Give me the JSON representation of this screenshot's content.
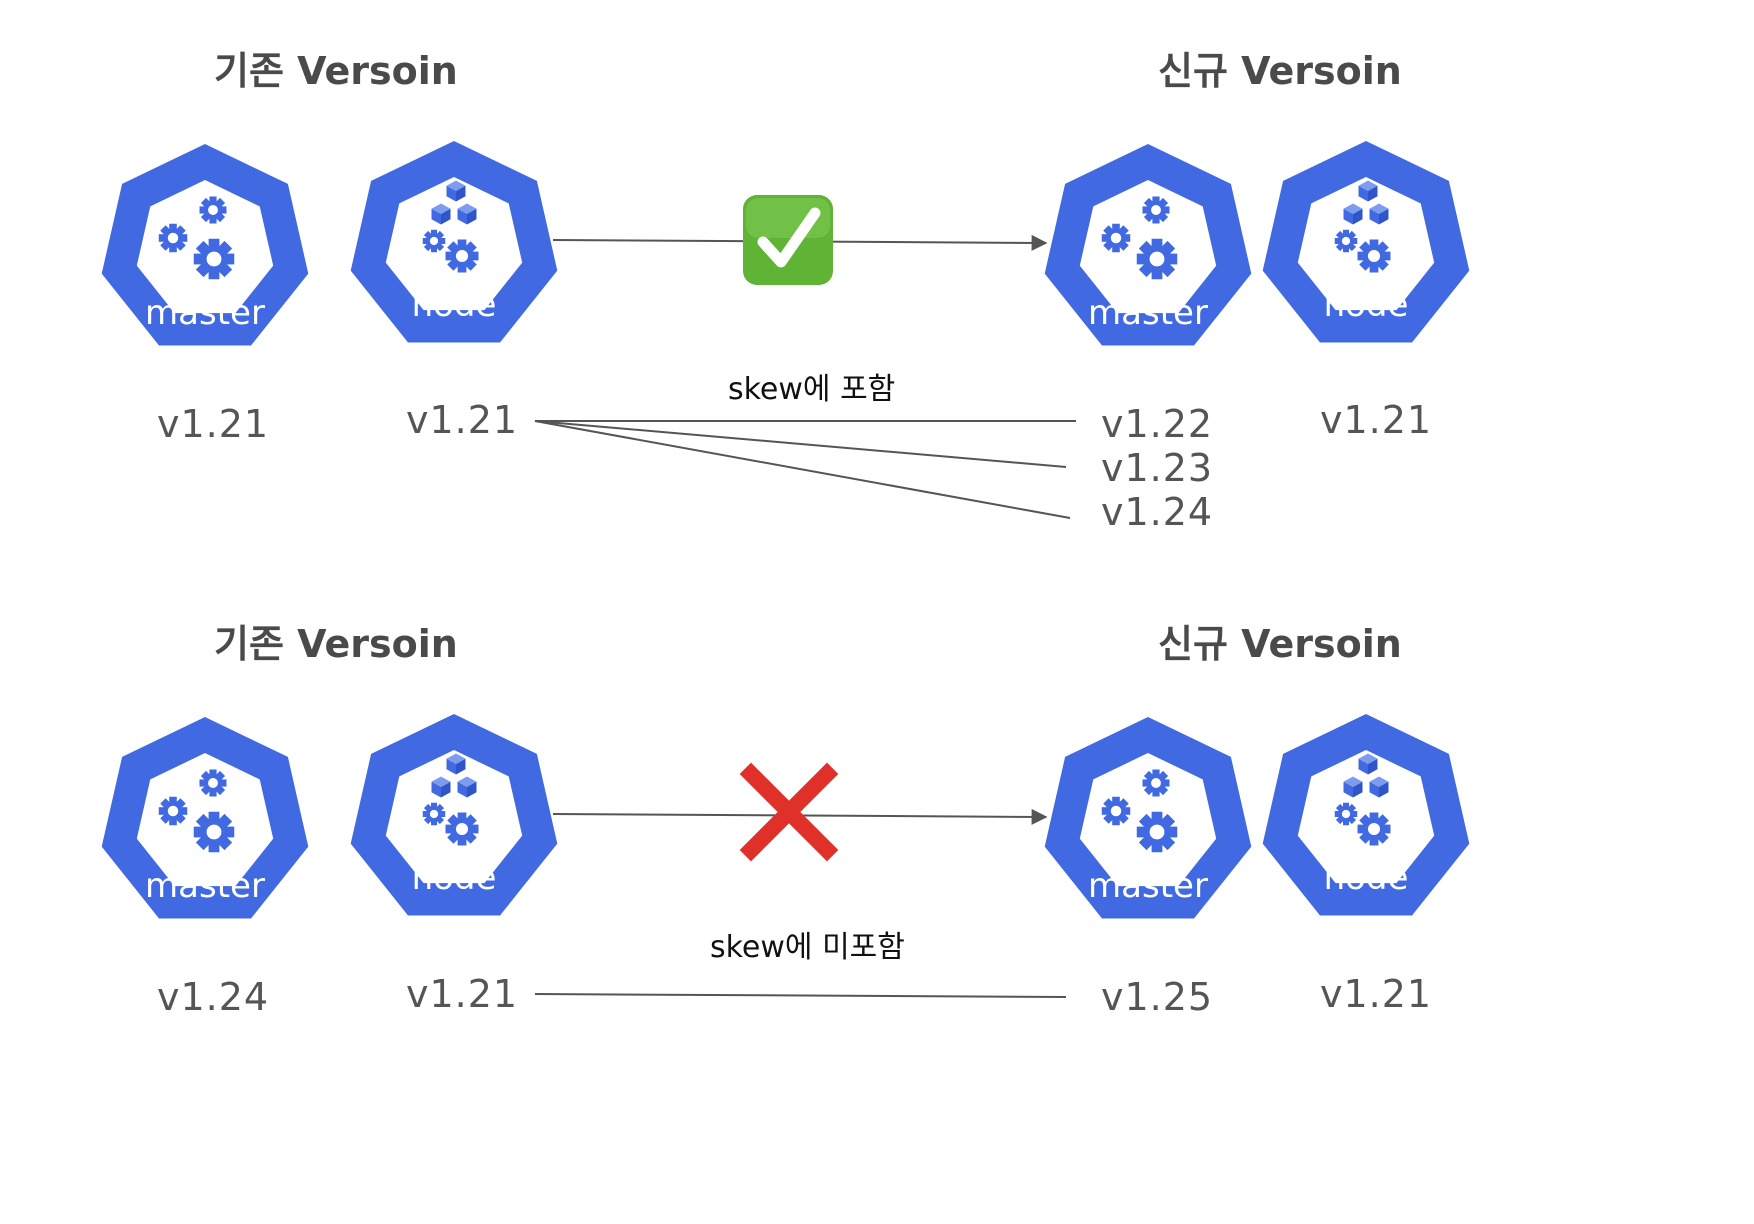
{
  "colors": {
    "k8s_blue": "#4169e1",
    "line": "#555555",
    "check_green": "#5fb335",
    "cross_red": "#e0302a"
  },
  "upper": {
    "old_title": "기존 Versoin",
    "new_title": "신규 Versoin",
    "old_master": {
      "label": "master",
      "version": "v1.21",
      "icon": "master-icon"
    },
    "old_node": {
      "label": "node",
      "version": "v1.21",
      "icon": "node-icon"
    },
    "new_master": {
      "label": "master",
      "versions": [
        "v1.22",
        "v1.23",
        "v1.24"
      ],
      "icon": "master-icon"
    },
    "new_node": {
      "label": "node",
      "version": "v1.21",
      "icon": "node-icon"
    },
    "status_icon": "check-icon",
    "skew_label": "skew에 포함"
  },
  "lower": {
    "old_title": "기존 Versoin",
    "new_title": "신규 Versoin",
    "old_master": {
      "label": "master",
      "version": "v1.24",
      "icon": "master-icon"
    },
    "old_node": {
      "label": "node",
      "version": "v1.21",
      "icon": "node-icon"
    },
    "new_master": {
      "label": "master",
      "version": "v1.25",
      "icon": "master-icon"
    },
    "new_node": {
      "label": "node",
      "version": "v1.21",
      "icon": "node-icon"
    },
    "status_icon": "cross-icon",
    "skew_label": "skew에 미포함"
  }
}
